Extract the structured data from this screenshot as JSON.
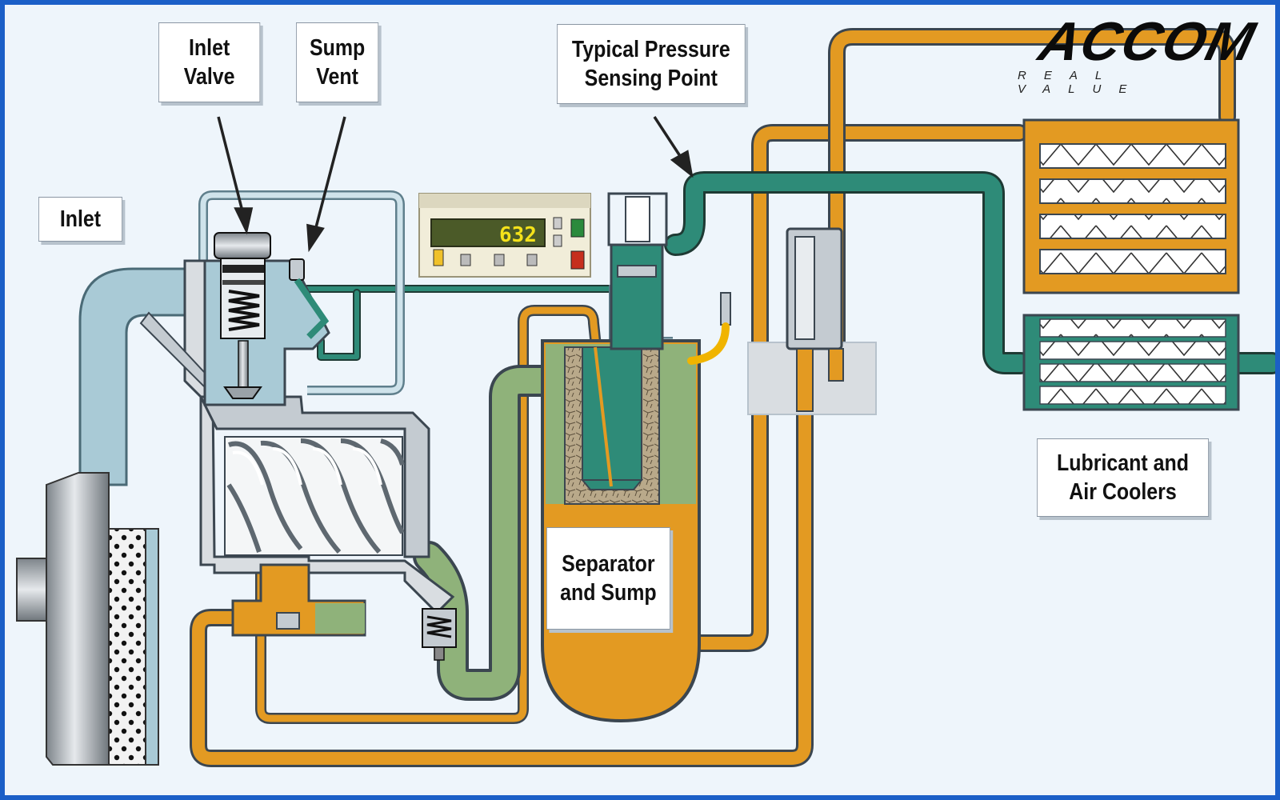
{
  "brand": {
    "name": "ACCOM",
    "tagline": "REAL VALUE"
  },
  "labels": {
    "inlet_valve": [
      "Inlet",
      "Valve"
    ],
    "sump_vent": [
      "Sump",
      "Vent"
    ],
    "pressure_point": [
      "Typical Pressure",
      "Sensing Point"
    ],
    "inlet": [
      "Inlet"
    ],
    "separator": [
      "Separator",
      "and Sump"
    ],
    "coolers": [
      "Lubricant and",
      "Air Coolers"
    ]
  },
  "controller_display": "632",
  "colors": {
    "frame": "#1b5fc7",
    "background": "#eef5fb",
    "intake_air": "#a9cad6",
    "compressed_air": "#2e8b78",
    "lubricant": "#e39a22",
    "air_oil_mix": "#8fb27a",
    "housing": "#d9dde1",
    "outline": "#3b4650"
  }
}
